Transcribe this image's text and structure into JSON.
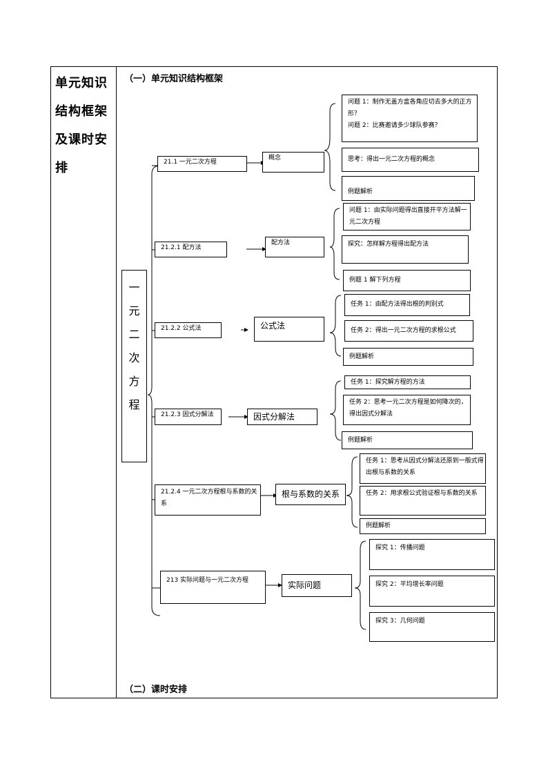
{
  "side_title": "单元知识结构框架及课时安排",
  "section1_title": "（一）单元知识结构框架",
  "section2_title": "（二）课时安排",
  "root_label": [
    "一",
    "元",
    "二",
    "次",
    "方",
    "程"
  ],
  "nodes": {
    "n1": "21.1 一元二次方程",
    "n2": "21.2.1 配方法",
    "n3": "21.2.2 公式法",
    "n4": "21.2.3 因式分解法",
    "n5": "21.2.4 一元二次方程根与系数的关系",
    "n6": "213 实际问题与一元二次方程"
  },
  "mids": {
    "m1": "概念",
    "m2": "配方法",
    "m3": "公式法",
    "m4": "因式分解法",
    "m5": "根与系数的关系",
    "m6": "实际问题"
  },
  "leaves": {
    "l1a": "问题 1：制作无盖方盒各角应切去多大的正方形？",
    "l1b": "问题 2：比赛邀请多少球队参赛？",
    "l1c": "思考：得出一元二次方程的概念",
    "l1d": "例题解析",
    "l2a": "问题 1：由实际问题得出直接开平方法解一元二次方程",
    "l2b": "探究：怎样解方程得出配方法",
    "l2c": "例题 1 解下列方程",
    "l3a": "任务 1：由配方法得出根的判别式",
    "l3b": "任务 2：得出一元二次方程的求根公式",
    "l3c": "例题解析",
    "l4a": "任务 1：探究解方程的方法",
    "l4b": "任务 2：思考一元二次方程是如何降次的，得出因式分解法",
    "l4c": "例题解析",
    "l5a": "任务 1：思考从因式分解法还原到一般式得出根与系数的关系",
    "l5b": "任务 2：用求根公式验证根与系数的关系",
    "l5c": "例题解析",
    "l6a": "探究 1：传播问题",
    "l6b": "探究 2：平均增长率问题",
    "l6c": "探究 3：几何问题"
  }
}
